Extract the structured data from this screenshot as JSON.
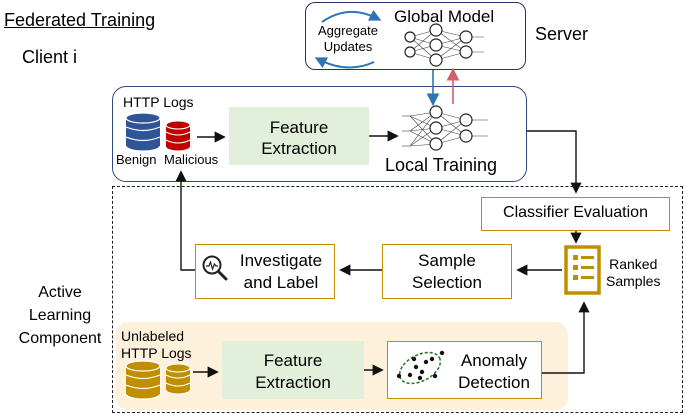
{
  "header": {
    "title": "Federated Training",
    "client_label": "Client i"
  },
  "server": {
    "label": "Server",
    "global_model_label": "Global Model",
    "aggregate_label_line1": "Aggregate",
    "aggregate_label_line2": "Updates"
  },
  "client": {
    "logs_label": "HTTP Logs",
    "benign_label": "Benign",
    "malicious_label": "Malicious",
    "feature_extraction_line1": "Feature",
    "feature_extraction_line2": "Extraction",
    "local_training_label": "Local Training"
  },
  "active_learning": {
    "label_line1": "Active",
    "label_line2": "Learning",
    "label_line3": "Component",
    "classifier_evaluation": "Classifier Evaluation",
    "investigate_line1": "Investigate",
    "investigate_line2": "and Label",
    "sample_selection_line1": "Sample",
    "sample_selection_line2": "Selection",
    "ranked_samples_line1": "Ranked",
    "ranked_samples_line2": "Samples",
    "unlabeled_line1": "Unlabeled",
    "unlabeled_line2": "HTTP Logs",
    "feature_extraction_line1": "Feature",
    "feature_extraction_line2": "Extraction",
    "anomaly_line1": "Anomaly",
    "anomaly_line2": "Detection"
  },
  "colors": {
    "server_border": "#1f3864",
    "client_border": "#2e4a7d",
    "feature_fill": "#e2efda",
    "unlabeled_fill": "#fdf1dc",
    "gold_border": "#bf8f00",
    "benign_db": "#2f5597",
    "malicious_db": "#c00000",
    "unlabeled_db": "#bf8f00",
    "arrow_blue": "#2e75b6",
    "arrow_red": "#d06070"
  }
}
